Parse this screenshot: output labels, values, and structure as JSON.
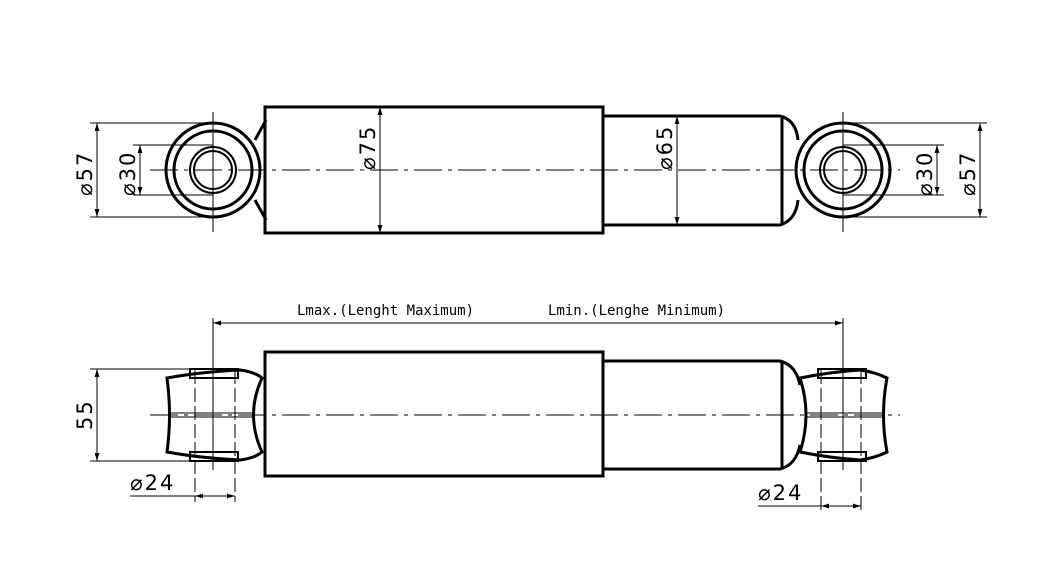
{
  "top_view": {
    "left_outer_dia": "⌀57",
    "left_inner_dia": "⌀30",
    "body_dia": "⌀75",
    "rod_tube_dia": "⌀65",
    "right_inner_dia": "⌀30",
    "right_outer_dia": "⌀57"
  },
  "side_view": {
    "lmax_label": "Lmax.(Lenght Maximum)",
    "lmin_label": "Lmin.(Lenghe Minimum)",
    "bushing_width": "55",
    "left_pin_dia": "⌀24",
    "right_pin_dia": "⌀24"
  }
}
